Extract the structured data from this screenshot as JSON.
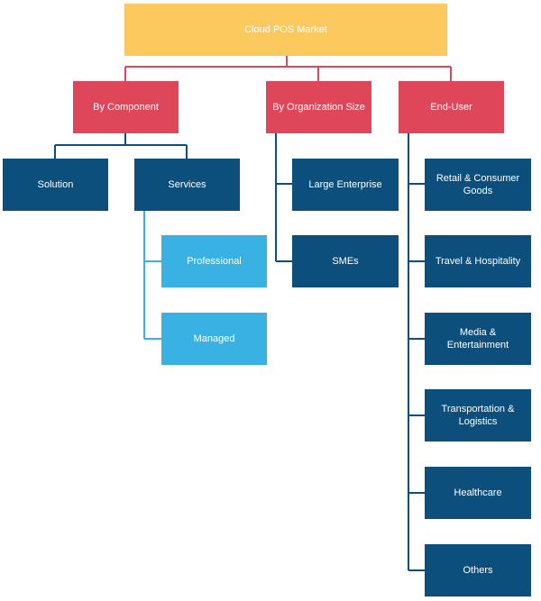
{
  "colors": {
    "root": "#fbc95d",
    "level1": "#e0465a",
    "level2": "#0d4f7c",
    "level3": "#39b2e3",
    "root_connector": "#e0465a",
    "branch_connector": "#0d4f7c",
    "services_connector": "#39b2e3"
  },
  "root": {
    "label": "Cloud POS Market"
  },
  "component": {
    "label": "By Component",
    "children": {
      "solution": "Solution",
      "services": "Services",
      "professional": "Professional",
      "managed": "Managed"
    }
  },
  "organization": {
    "label": "By Organization Size",
    "children": [
      "Large Enterprise",
      "SMEs"
    ]
  },
  "enduser": {
    "label": "End-User",
    "children": [
      "Retail & Consumer Goods",
      "Travel & Hospitality",
      "Media & Entertainment",
      "Transportation & Logistics",
      "Healthcare",
      "Others"
    ]
  }
}
